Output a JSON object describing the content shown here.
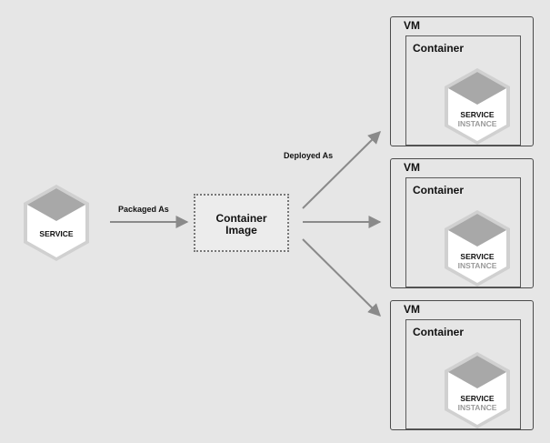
{
  "service": {
    "label": "SERVICE"
  },
  "edges": {
    "packaged_as": "Packaged As",
    "deployed_as": "Deployed As"
  },
  "container_image": {
    "line1": "Container",
    "line2": "Image"
  },
  "vms": [
    {
      "vm_label": "VM",
      "container_label": "Container",
      "service_label": "SERVICE",
      "instance_label": "INSTANCE"
    },
    {
      "vm_label": "VM",
      "container_label": "Container",
      "service_label": "SERVICE",
      "instance_label": "INSTANCE"
    },
    {
      "vm_label": "VM",
      "container_label": "Container",
      "service_label": "SERVICE",
      "instance_label": "INSTANCE"
    }
  ]
}
